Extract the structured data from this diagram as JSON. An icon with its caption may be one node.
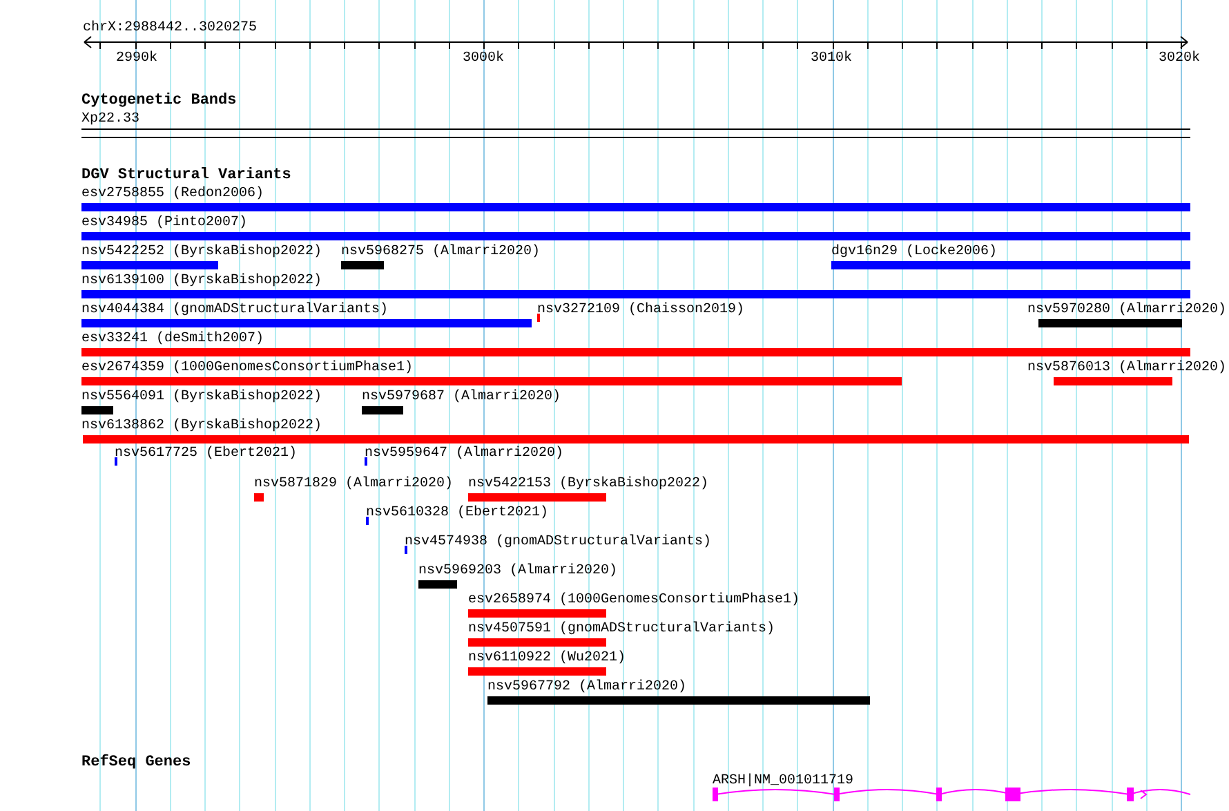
{
  "diagram": {
    "nodes": [
      {
        "text": [
          "esv2758855 (Redon2006)"
        ]
      },
      {
        "text": [
          "esv34985 (Pinto2007)"
        ]
      },
      {
        "text": [
          "nsv5422252 (ByrskaBishop2022)"
        ]
      },
      {
        "text": [
          "nsv5968275 (Almarri2020)"
        ]
      },
      {
        "text": [
          "dgv16n29 (Locke2006)"
        ]
      },
      {
        "text": [
          "nsv6139100 (ByrskaBishop2022)"
        ]
      },
      {
        "text": [
          "nsv4044384 (gnomADStructuralVariants)"
        ]
      },
      {
        "text": [
          "nsv3272109 (Chaisson2019)"
        ]
      },
      {
        "text": [
          "nsv5970280 (Almarri2020)"
        ]
      },
      {
        "text": [
          "esv33241 (deSmith2007)"
        ]
      },
      {
        "text": [
          "esv2674359 (1000GenomesConsortiumPhase1)"
        ]
      },
      {
        "text": [
          "nsv5876013 (Almarri2020)"
        ]
      },
      {
        "text": [
          "nsv5564091 (ByrskaBishop2022)"
        ]
      },
      {
        "text": [
          "nsv5979687 (Almarri2020)"
        ]
      },
      {
        "text": [
          "nsv6138862 (ByrskaBishop2022)"
        ]
      },
      {
        "text": [
          "nsv5617725 (Ebert2021)"
        ]
      },
      {
        "text": [
          "nsv5959647 (Almarri2020)"
        ]
      },
      {
        "text": [
          "nsv5871829 (Almarri2020)"
        ]
      },
      {
        "text": [
          "nsv5422153 (ByrskaBishop2022)"
        ]
      },
      {
        "text": [
          "nsv5610328 (Ebert2021)"
        ]
      },
      {
        "text": [
          "nsv4574938 (gnomADStructuralVariants)"
        ]
      },
      {
        "text": [
          "nsv5969203 (Almarri2020)"
        ]
      },
      {
        "text": [
          "esv2658974 (1000GenomesConsortiumPhase1)"
        ]
      },
      {
        "text": [
          "nsv4507591 (gnomADStructuralVariants)"
        ]
      },
      {
        "text": [
          "nsv6110922 (Wu2021)"
        ]
      },
      {
        "text": [
          "nsv5967792 (Almarri2020)"
        ]
      },
      {
        "text": [
          "ARSH|NM_001011719"
        ]
      }
    ],
    "labels": [
      "chrX:2988442..3020275",
      "2990k",
      "3000k",
      "3010k",
      "3020k",
      "Cytogenetic Bands",
      "Xp22.33",
      "DGV Structural Variants",
      "RefSeq Genes"
    ]
  }
}
